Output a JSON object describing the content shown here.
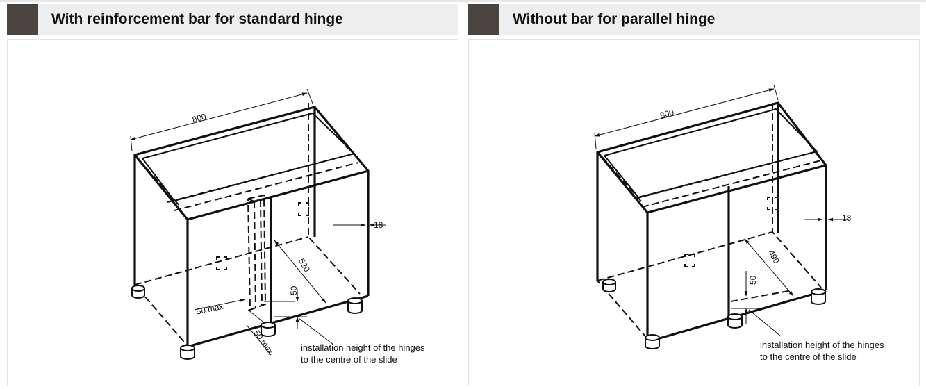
{
  "panels": [
    {
      "title": "With reinforcement bar for standard hinge",
      "dims": {
        "width": "800",
        "depth": "520",
        "thickness": "18",
        "bar_left": "50 max",
        "bar_bottom": "50 max",
        "height_offset": "50"
      },
      "note_line1": "installation height of the hinges",
      "note_line2": "to the centre of the slide"
    },
    {
      "title": "Without bar for parallel hinge",
      "dims": {
        "width": "800",
        "depth": "490",
        "thickness": "18",
        "height_offset": "50"
      },
      "note_line1": "installation height of the hinges",
      "note_line2": "to the centre of the slide"
    }
  ],
  "colors": {
    "header_square": "#4a4440",
    "header_bg": "#eeeeee",
    "line": "#111111"
  }
}
